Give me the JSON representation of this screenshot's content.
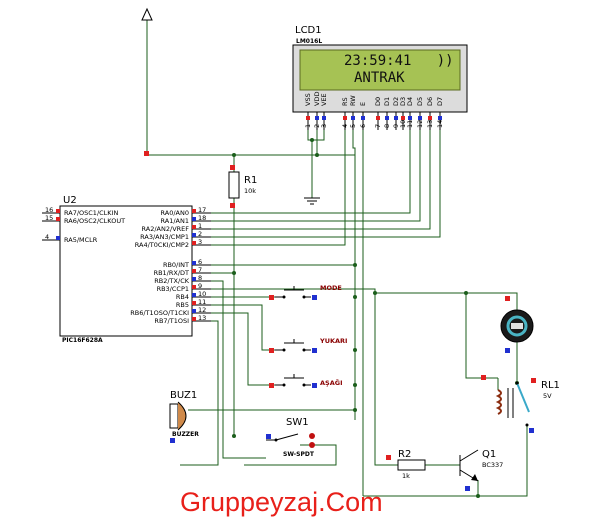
{
  "lcd": {
    "ref": "LCD1",
    "model": "LM016L",
    "line1": "23:59:41   ))",
    "line2": "ANTRAK",
    "pins": [
      "VSS",
      "VDD",
      "VEE",
      "RS",
      "RW",
      "E",
      "D0",
      "D1",
      "D2",
      "D3",
      "D4",
      "D5",
      "D6",
      "D7"
    ],
    "pin_numbers": [
      "1",
      "2",
      "3",
      "4",
      "5",
      "6",
      "7",
      "8",
      "9",
      "10",
      "11",
      "12",
      "13",
      "14"
    ]
  },
  "mcu": {
    "ref": "U2",
    "model": "PIC16F628A",
    "left_pins": [
      {
        "num": "16",
        "name": "RA7/OSC1/CLKIN"
      },
      {
        "num": "15",
        "name": "RA6/OSC2/CLKOUT"
      },
      {
        "num": "4",
        "name": "RA5/MCLR"
      }
    ],
    "right_pins": [
      {
        "num": "17",
        "name": "RA0/AN0"
      },
      {
        "num": "18",
        "name": "RA1/AN1"
      },
      {
        "num": "1",
        "name": "RA2/AN2/VREF"
      },
      {
        "num": "2",
        "name": "RA3/AN3/CMP1"
      },
      {
        "num": "3",
        "name": "RA4/T0CKI/CMP2"
      },
      {
        "num": "6",
        "name": "RB0/INT"
      },
      {
        "num": "7",
        "name": "RB1/RX/DT"
      },
      {
        "num": "8",
        "name": "RB2/TX/CK"
      },
      {
        "num": "9",
        "name": "RB3/CCP1"
      },
      {
        "num": "10",
        "name": "RB4"
      },
      {
        "num": "11",
        "name": "RB5"
      },
      {
        "num": "12",
        "name": "RB6/T1OSO/T1CKI"
      },
      {
        "num": "13",
        "name": "RB7/T1OSI"
      }
    ]
  },
  "r1": {
    "ref": "R1",
    "value": "10k"
  },
  "r2": {
    "ref": "R2",
    "value": "1k"
  },
  "buttons": [
    "MODE",
    "YUKARI",
    "AŞAĞI"
  ],
  "buzzer": {
    "ref": "BUZ1",
    "model": "BUZZER"
  },
  "sw1": {
    "ref": "SW1",
    "model": "SW-SPDT"
  },
  "q1": {
    "ref": "Q1",
    "model": "BC337"
  },
  "rl1": {
    "ref": "RL1",
    "value": "5V"
  },
  "watermark": "Gruppeyzaj.Com",
  "colors": {
    "wire": "#1b5e1b",
    "lcd_screen": "#a6c254",
    "pin_marker_red": "#e02020",
    "pin_marker_blue": "#2030d0",
    "watermark": "#e8201a"
  }
}
